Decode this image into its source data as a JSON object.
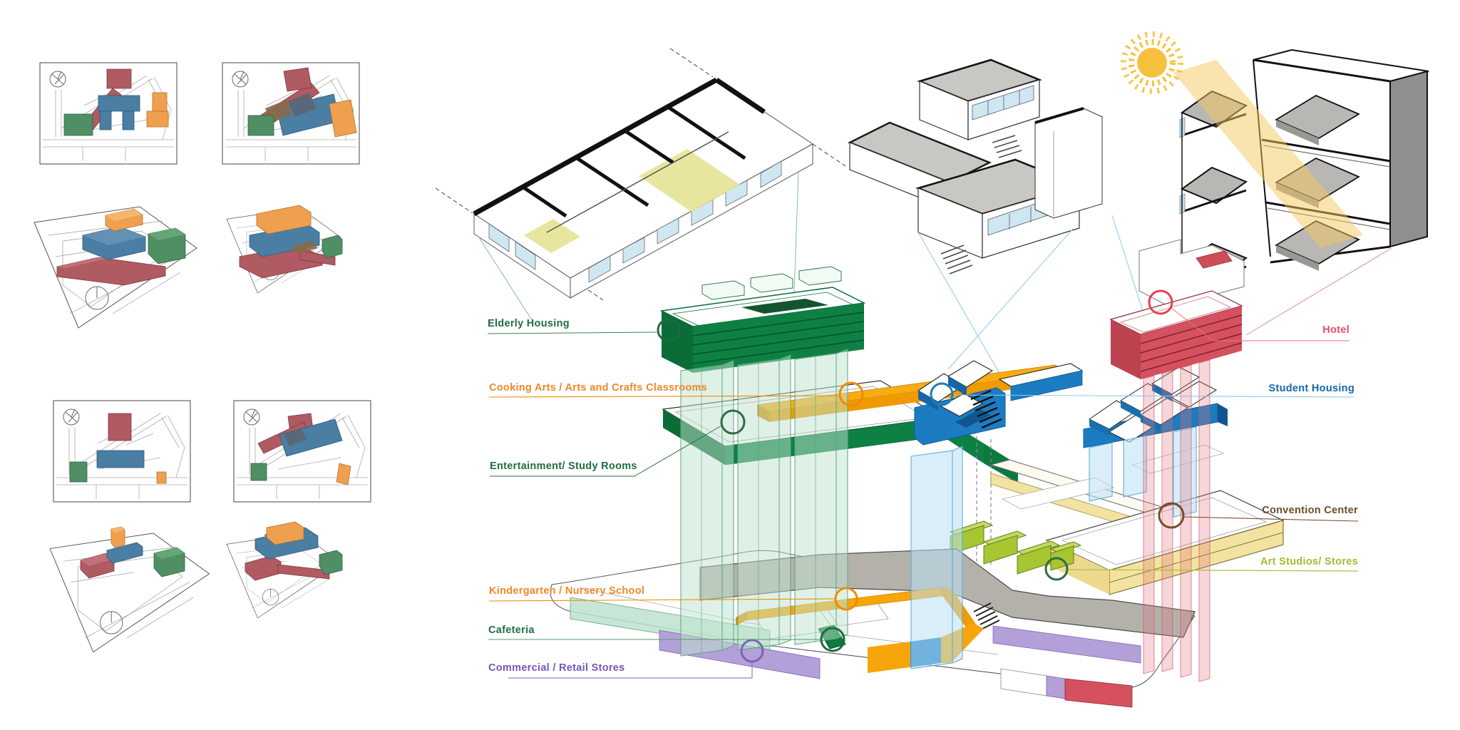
{
  "title": "Mixed-use program exploded axonometric diagram with massing studies",
  "labels": {
    "elderly_housing": {
      "text": "Elderly Housing",
      "color": "#1e6e41"
    },
    "cooking_arts": {
      "text": "Cooking Arts / Arts and Crafts Classrooms",
      "color": "#f08728"
    },
    "entertainment": {
      "text": "Entertainment/ Study Rooms",
      "color": "#1e6e41"
    },
    "kindergarten": {
      "text": "Kindergarten / Nursery School",
      "color": "#f08728"
    },
    "cafeteria": {
      "text": "Cafeteria",
      "color": "#1e6e41"
    },
    "commercial": {
      "text": "Commercial / Retail Stores",
      "color": "#7257b8"
    },
    "hotel": {
      "text": "Hotel",
      "color": "#e94b6b"
    },
    "student_housing": {
      "text": "Student Housing",
      "color": "#1566ab"
    },
    "convention_center": {
      "text": "Convention Center",
      "color": "#6f4a26"
    },
    "art_studios": {
      "text": "Art Studios/ Stores",
      "color": "#a3bc30"
    }
  },
  "palette": {
    "elderly_block": "#0e8044",
    "cooking_block": "#f6a60a",
    "student_block": "#1c7cc2",
    "hotel_block": "#d5515f",
    "convention_block": "#f3e3a0",
    "art_block": "#a8c532",
    "commercial_block": "#b3a0d8",
    "roof_plate": "#b4b1ab",
    "sun": "#f6c23d",
    "site_red": "#b05a62",
    "site_blue": "#4a7ea3",
    "site_green": "#4f8f63",
    "site_orange": "#efa04f"
  },
  "icons": {
    "sun": "sun-icon",
    "compass": "compass-icon"
  }
}
